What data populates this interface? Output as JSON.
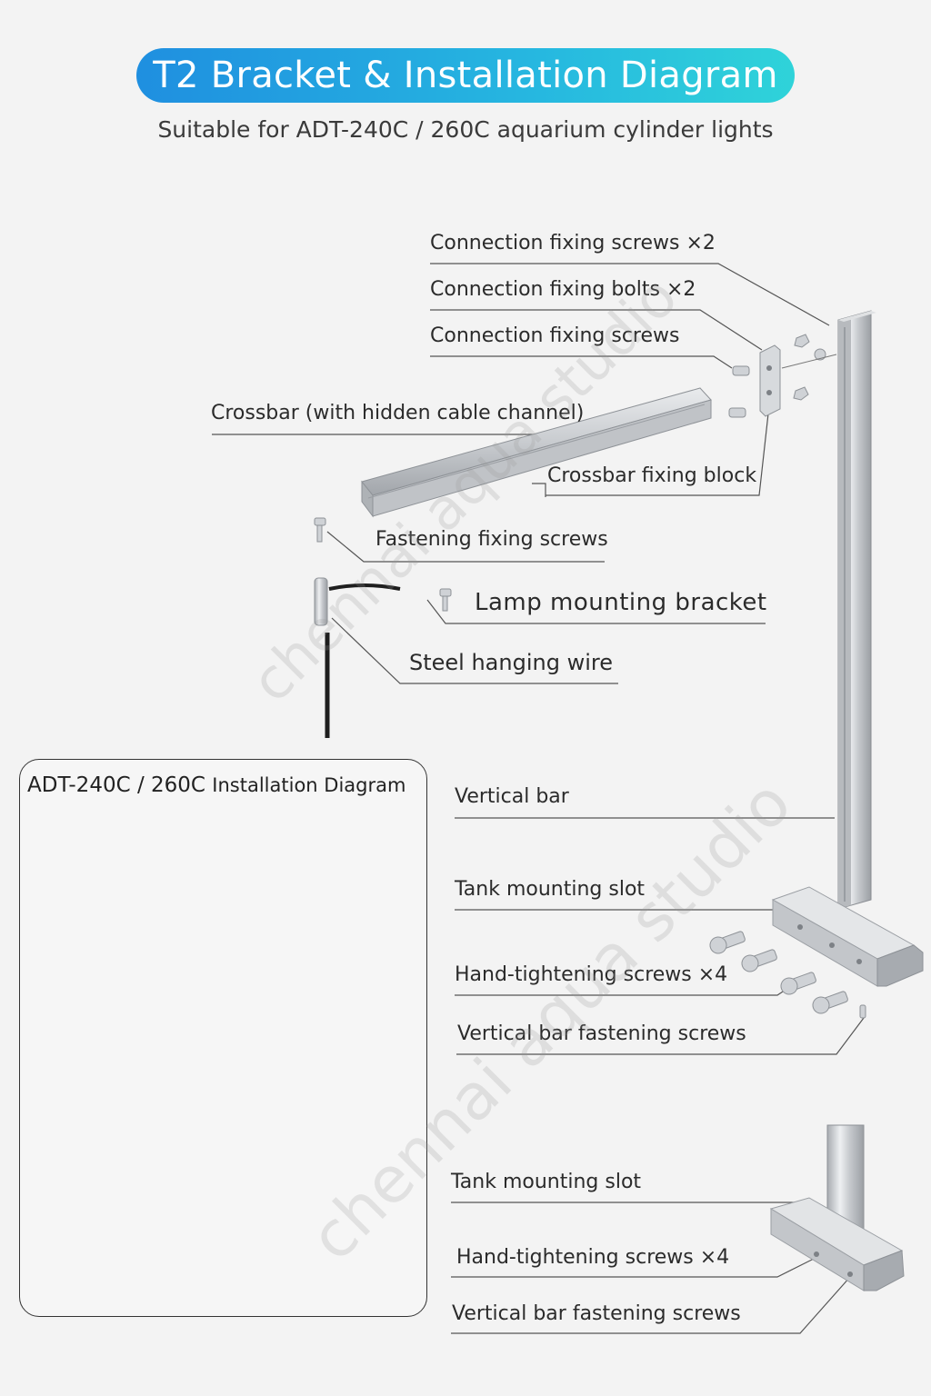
{
  "header": {
    "title": "T2 Bracket & Installation Diagram",
    "subtitle": "Suitable for ADT-240C / 260C aquarium cylinder lights"
  },
  "callouts": {
    "connection_screws_x2": "Connection fixing screws ×2",
    "connection_bolts_x2": "Connection fixing bolts ×2",
    "connection_screws": "Connection fixing screws",
    "crossbar": "Crossbar (with hidden cable channel)",
    "crossbar_block": "Crossbar fixing block",
    "fastening_screws": "Fastening fixing screws",
    "lamp_bracket": "Lamp mounting  bracket",
    "steel_wire": "Steel hanging wire",
    "vertical_bar": "Vertical bar",
    "tank_slot": "Tank mounting slot",
    "hand_screws": "Hand-tightening screws ×4",
    "vbar_fastening": "Vertical bar fastening screws",
    "tank_slot_2": "Tank mounting slot",
    "hand_screws_2": "Hand-tightening screws ×4",
    "vbar_fastening_2": "Vertical bar fastening screws"
  },
  "inset": {
    "title_model": "ADT-240C / 260C",
    "title_text": "Installation Diagram"
  },
  "watermark": "chennai aqua studio",
  "colors": {
    "title_gradient_start": "#1f8fe0",
    "title_gradient_end": "#2fd3d9",
    "metal": "#c9ccd0",
    "metal_dark": "#9da2a8",
    "lamp_body": "#4a4d52"
  }
}
